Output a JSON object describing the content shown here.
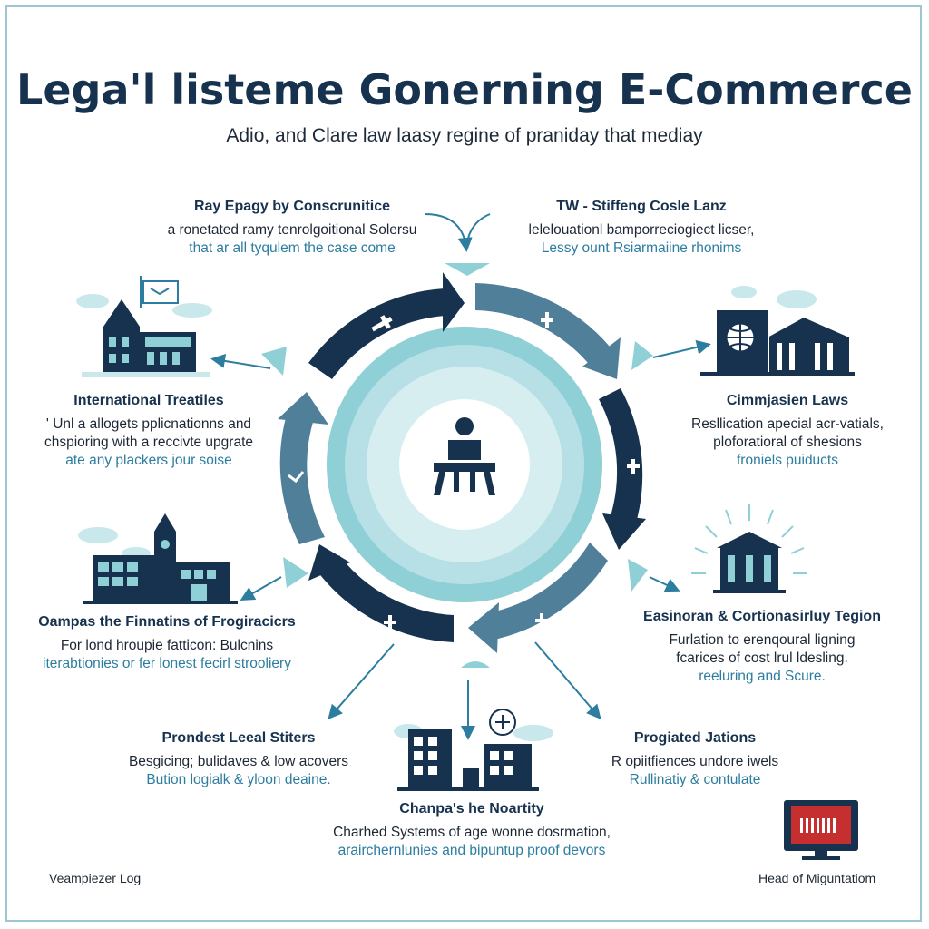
{
  "title": "Lega'l listeme Gonerning E-Commerce",
  "subtitle": "Adio, and Clare law laasy regine of praniday that mediay",
  "blocks": {
    "top_left": {
      "heading": "Ray Epagy by Conscrunitice",
      "line1": "a ronetated ramy tenrolgoitional Solersu",
      "line2": "that ar all tyqulem the case come"
    },
    "top_right": {
      "heading": "TW - Stiffeng Cosle Lanz",
      "line1": "lelelouationl bamporreciogiect licser,",
      "line2": "Lessy ount Rsiarmaiine rhonims"
    },
    "left_1": {
      "heading": "International Treatiles",
      "line1": "' Unl a allogets pplicnationns and",
      "line2": "chspioring with a reccivte upgrate",
      "line3": "ate any plackers jour soise"
    },
    "right_1": {
      "heading": "Cimmjasien Laws",
      "line1": "Resllication apecial acr-vatials,",
      "line2": "ploforatioral of shesions",
      "line3": "froniels puiducts"
    },
    "left_2": {
      "heading": "Oampas the Finnatins of Frogiracicrs",
      "line1": "For lond hroupie fatticon: Bulcnins",
      "line2": "iterabtionies or fer lonest fecirl strooliery"
    },
    "right_2": {
      "heading": "Easinoran & Cortionasirluy Tegion",
      "line1": "Furlation to erenqoural ligning",
      "line2": "fcarices of cost lrul ldesling.",
      "line3": "reeluring and Scure."
    },
    "bottom_left": {
      "heading": "Prondest Leeal Stiters",
      "line1": "Besgicing; bulidaves & low acovers",
      "line2": "Bution logialk & yloon deaine."
    },
    "bottom_right": {
      "heading": "Progiated Jations",
      "line1": "R opiitfiences undore iwels",
      "line2": "Rullinatiy & contulate"
    },
    "bottom_center": {
      "heading": "Chanpa's he Noartity",
      "line1": "Charhed Systems of age wonne dosrmation,",
      "line2": "arairchernlunies and bipuntup proof devors"
    }
  },
  "footer": {
    "left": "Veampiezer Log",
    "right": "Head of Miguntatiom"
  },
  "colors": {
    "navy": "#16324f",
    "slate": "#4f7f99",
    "teal": "#8fcfd6",
    "light_teal": "#c9e8ec",
    "accent_blue": "#2c7da0"
  },
  "icons": [
    "person-at-desk-icon",
    "government-building-icon",
    "globe-building-icon",
    "courthouse-icon",
    "city-buildings-icon",
    "office-buildings-icon",
    "monitor-icon",
    "plus-icon"
  ]
}
